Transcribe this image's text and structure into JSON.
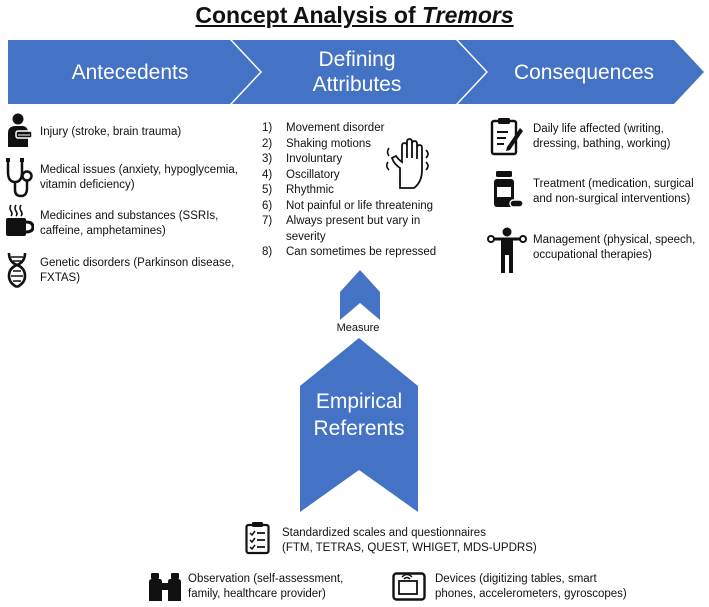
{
  "title": {
    "prefix": "Concept Analysis of ",
    "emphasis": "Tremors"
  },
  "colors": {
    "accent": "#4472c4",
    "text": "#111111"
  },
  "chevrons": [
    {
      "label": "Antecedents"
    },
    {
      "label_line1": "Defining",
      "label_line2": "Attributes"
    },
    {
      "label": "Consequences"
    }
  ],
  "antecedents": [
    {
      "icon": "injured-person-icon",
      "text_line1": "Injury (stroke, brain trauma)",
      "text_line2": ""
    },
    {
      "icon": "stethoscope-icon",
      "text_line1": "Medical issues (anxiety, hypoglycemia,",
      "text_line2": "vitamin deficiency)"
    },
    {
      "icon": "coffee-mug-icon",
      "text_line1": "Medicines and substances (SSRIs,",
      "text_line2": "caffeine, amphetamines)"
    },
    {
      "icon": "dna-icon",
      "text_line1": "Genetic disorders (Parkinson disease,",
      "text_line2": "FXTAS)"
    }
  ],
  "defining_attributes": [
    {
      "num": "1)",
      "text": "Movement disorder"
    },
    {
      "num": "2)",
      "text": "Shaking motions"
    },
    {
      "num": "3)",
      "text": "Involuntary"
    },
    {
      "num": "4)",
      "text": "Oscillatory"
    },
    {
      "num": "5)",
      "text": "Rhythmic"
    },
    {
      "num": "6)",
      "text": "Not painful or life threatening"
    },
    {
      "num": "7)",
      "text": "Always present but vary in"
    },
    {
      "num": "",
      "text": "severity"
    },
    {
      "num": "8)",
      "text": "Can sometimes be repressed"
    }
  ],
  "consequences": [
    {
      "icon": "clipboard-pencil-icon",
      "text_line1": "Daily life affected (writing,",
      "text_line2": "dressing, bathing, working)"
    },
    {
      "icon": "medicine-bottle-icon",
      "text_line1": "Treatment (medication, surgical",
      "text_line2": "and non-surgical interventions)"
    },
    {
      "icon": "person-exercise-icon",
      "text_line1": "Management (physical, speech,",
      "text_line2": "occupational therapies)"
    }
  ],
  "measure_label": "Measure",
  "empirical": {
    "label_line1": "Empirical",
    "label_line2": "Referents"
  },
  "referents": [
    {
      "icon": "checklist-icon",
      "text_line1": "Standardized scales and questionnaires",
      "text_line2": "(FTM, TETRAS, QUEST, WHIGET, MDS-UPDRS)"
    },
    {
      "icon": "binoculars-icon",
      "text_line1": "Observation (self-assessment,",
      "text_line2": "family, healthcare provider)"
    },
    {
      "icon": "tablet-device-icon",
      "text_line1": "Devices (digitizing tables, smart",
      "text_line2": "phones, accelerometers, gyroscopes)"
    }
  ]
}
